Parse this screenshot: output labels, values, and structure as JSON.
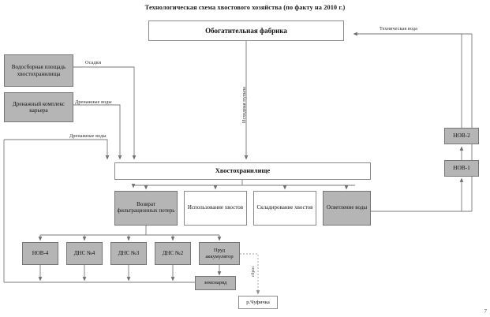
{
  "title": "Технологическая схема хвостового хозяйства (по факту на 2010 г.)",
  "nodes": {
    "plant": "Обогатительная фабрика",
    "watershed": "Водосборная площадь хвостохранилища",
    "drainage": "Дренажный комплекс карьера",
    "tailings": "Хвостохранилище",
    "return_losses": "Возврат фильтрационных потерь",
    "use_tailings": "Использование хвостов",
    "store_tailings": "Складирование хвостов",
    "clarify_water": "Осветление воды",
    "nov4": "НОВ-4",
    "dns4": "ДНС №4",
    "dns3": "ДНС №3",
    "dns2": "ДНС №2",
    "pond": "Пруд аккумулятор",
    "dredge": "земснаряд",
    "river": "р.Чуфичка",
    "nov2": "НОВ-2",
    "nov1": "НОВ-1"
  },
  "edge_labels": {
    "tech_water": "Техническая вода",
    "precipitation": "Осадки",
    "drainage_water_1": "Дренажные воды",
    "drainage_water_2": "Дренажные воды",
    "initial_pulp": "Исходная пульпа",
    "discharge": "сброс"
  },
  "colors": {
    "box_fill_gray": "#b5b5b5",
    "box_fill_white": "#ffffff",
    "box_border": "#8a8a8a",
    "line": "#7a7a7a",
    "text": "#111111",
    "page_background": "#ffffff"
  },
  "page_mark": "7"
}
